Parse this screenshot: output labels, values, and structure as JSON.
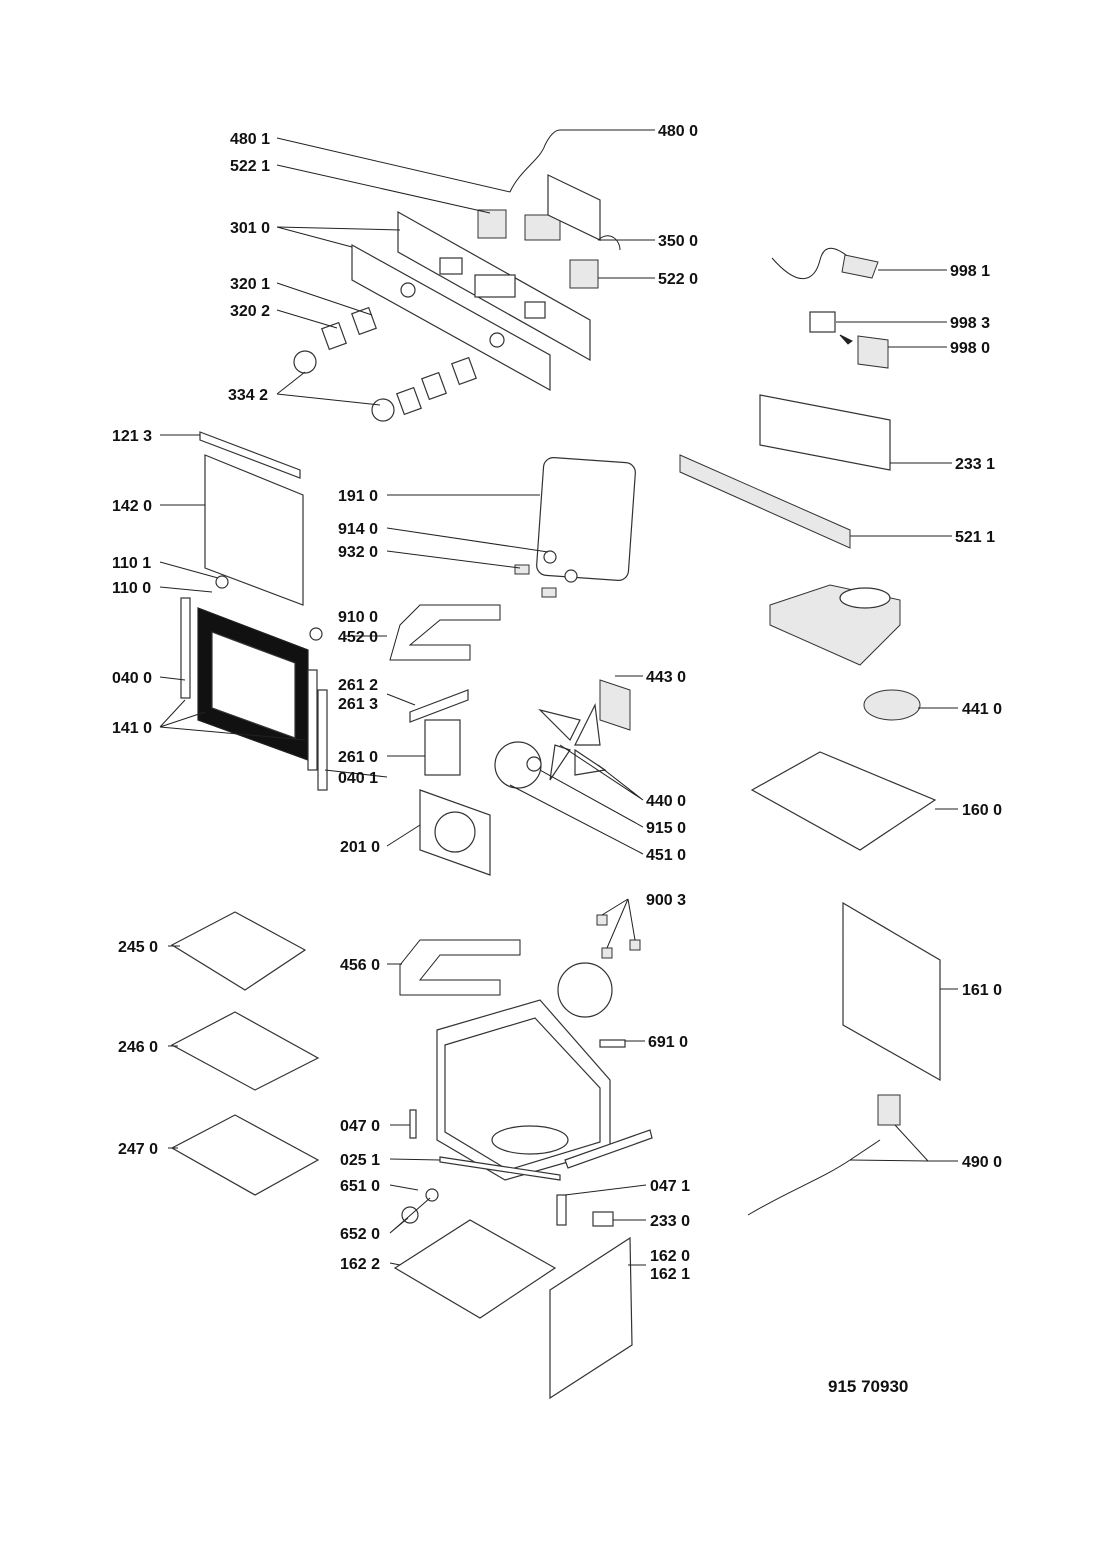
{
  "callouts": [
    "480 1",
    "480 0",
    "522 1",
    "301 0",
    "350 0",
    "522 0",
    "320 1",
    "320 2",
    "334 2",
    "998 1",
    "998 3",
    "998 0",
    "233 1",
    "521 1",
    "121 3",
    "142 0",
    "191 0",
    "914 0",
    "932 0",
    "110 1",
    "110 0",
    "910 0",
    "452 0",
    "040 0",
    "261 2",
    "261 3",
    "443 0",
    "441 0",
    "141 0",
    "261 0",
    "040 1",
    "440 0",
    "160 0",
    "915 0",
    "451 0",
    "201 0",
    "900 3",
    "245 0",
    "456 0",
    "161 0",
    "246 0",
    "691 0",
    "047 0",
    "247 0",
    "025 1",
    "490 0",
    "651 0",
    "047 1",
    "233 0",
    "652 0",
    "162 2",
    "162 0",
    "162 1"
  ],
  "drawing_number": "915 70930"
}
